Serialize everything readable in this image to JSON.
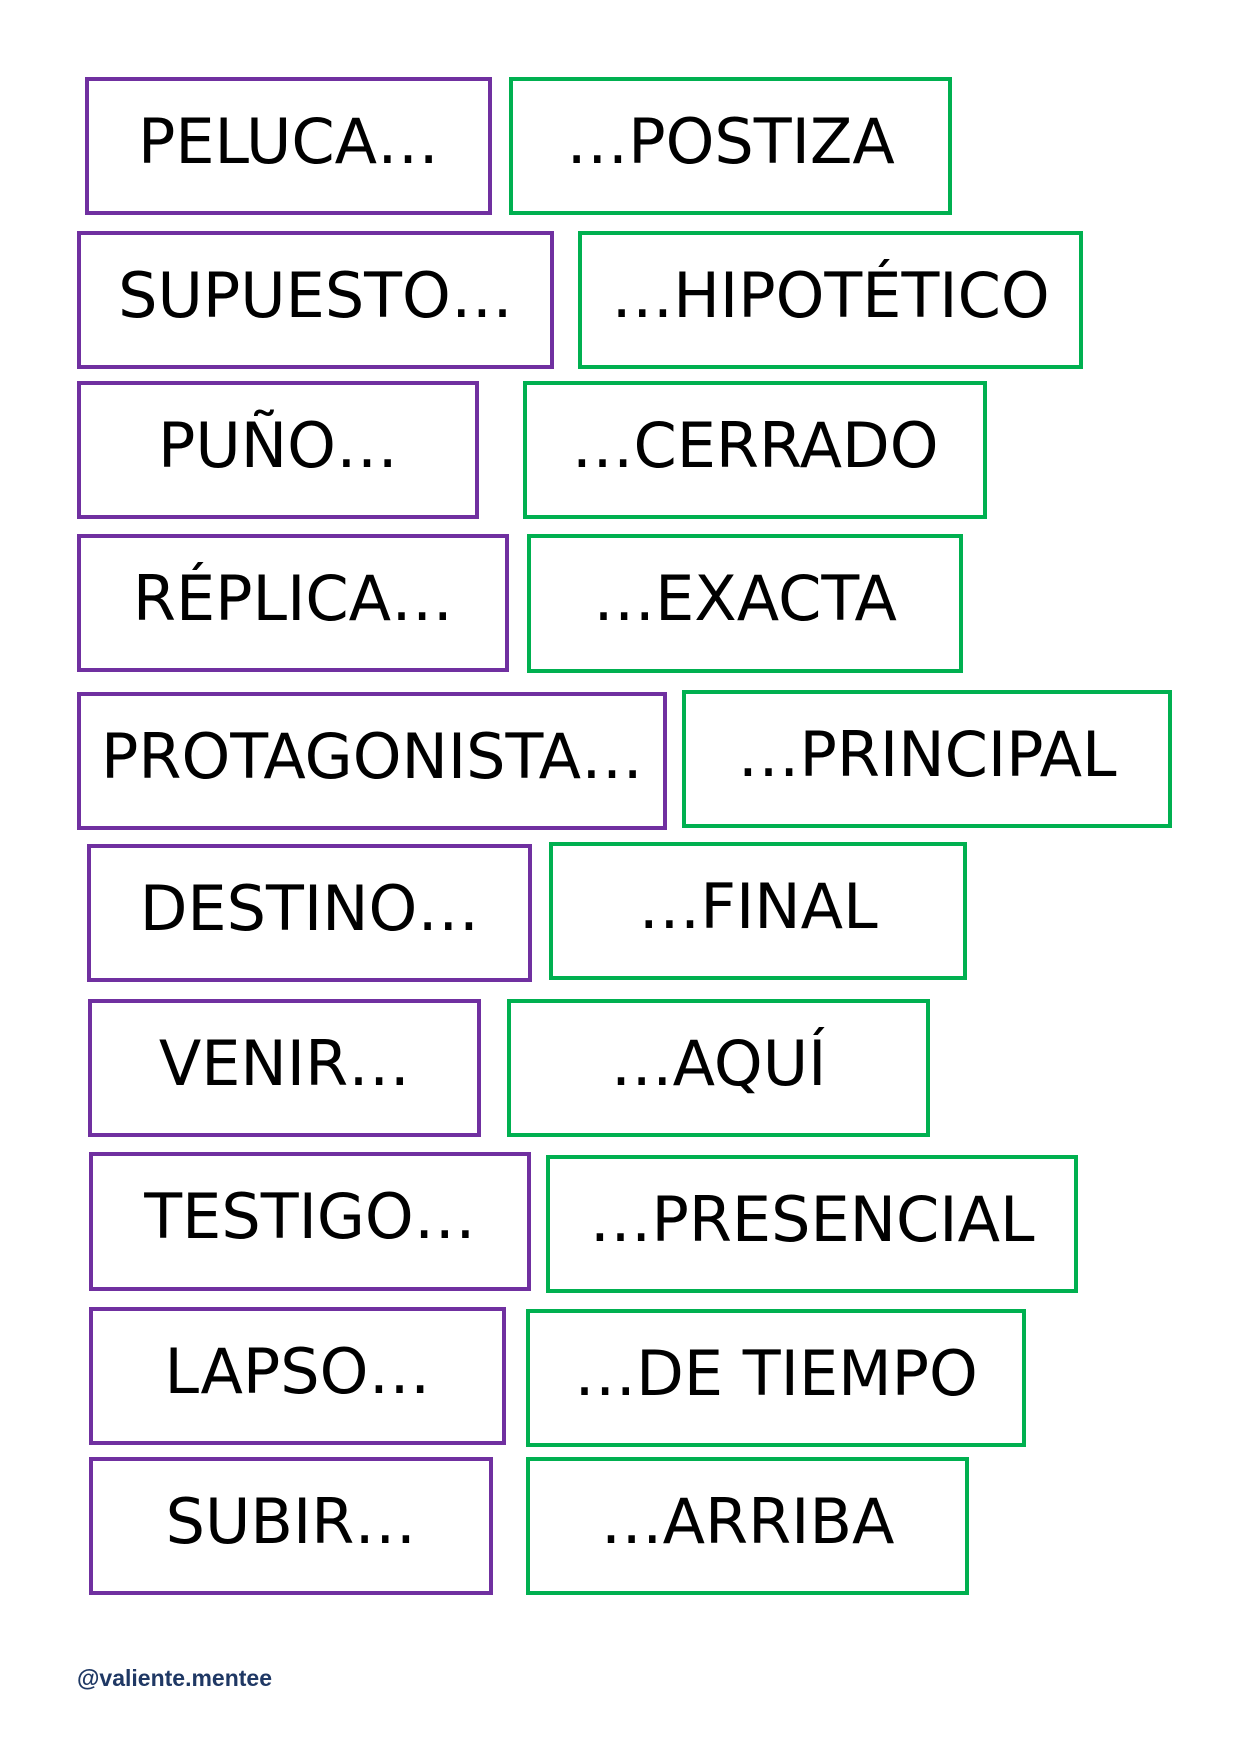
{
  "cards": [
    {
      "start": "PELUCA…",
      "end": "…POSTIZA"
    },
    {
      "start": "SUPUESTO…",
      "end": "…HIPOTÉTICO"
    },
    {
      "start": "PUÑO…",
      "end": "…CERRADO"
    },
    {
      "start": "RÉPLICA…",
      "end": "…EXACTA"
    },
    {
      "start": "PROTAGONISTA…",
      "end": "…PRINCIPAL"
    },
    {
      "start": "DESTINO…",
      "end": "…FINAL"
    },
    {
      "start": "VENIR…",
      "end": "…AQUÍ"
    },
    {
      "start": "TESTIGO…",
      "end": "…PRESENCIAL"
    },
    {
      "start": "LAPSO…",
      "end": "…DE TIEMPO"
    },
    {
      "start": "SUBIR…",
      "end": "…ARRIBA"
    }
  ],
  "colors": {
    "start_border": "#7030a0",
    "end_border": "#00b050",
    "credit_text": "#1f3864"
  },
  "credit": "@valiente.mentee"
}
